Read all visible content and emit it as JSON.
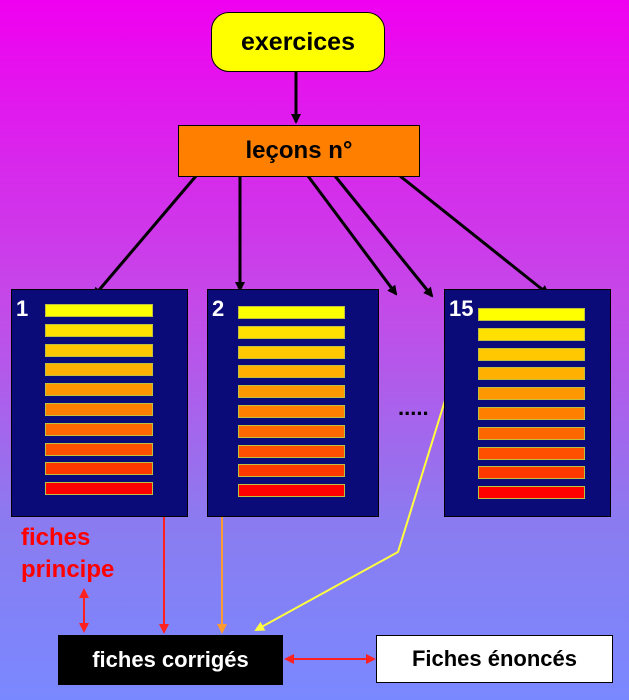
{
  "nodes": {
    "exercices": "exercices",
    "lecons": "leçons  n°",
    "fiches_principe": "fiches principe",
    "fiches_corriges": "fiches  corrigés",
    "fiches_enonces": "Fiches  énoncés",
    "ellipsis": "....."
  },
  "panels": [
    {
      "number": "1"
    },
    {
      "number": "2"
    },
    {
      "number": "15"
    }
  ],
  "bar_colors": [
    "#ffff00",
    "#ffe000",
    "#ffc800",
    "#ffb000",
    "#ff9800",
    "#ff8000",
    "#ff6800",
    "#ff5000",
    "#ff3800",
    "#ff0000"
  ],
  "colors": {
    "arrow_black": "#000000",
    "link_red": "#ff2020",
    "link_orange": "#ff9a30",
    "link_yellow": "#ffff40"
  }
}
